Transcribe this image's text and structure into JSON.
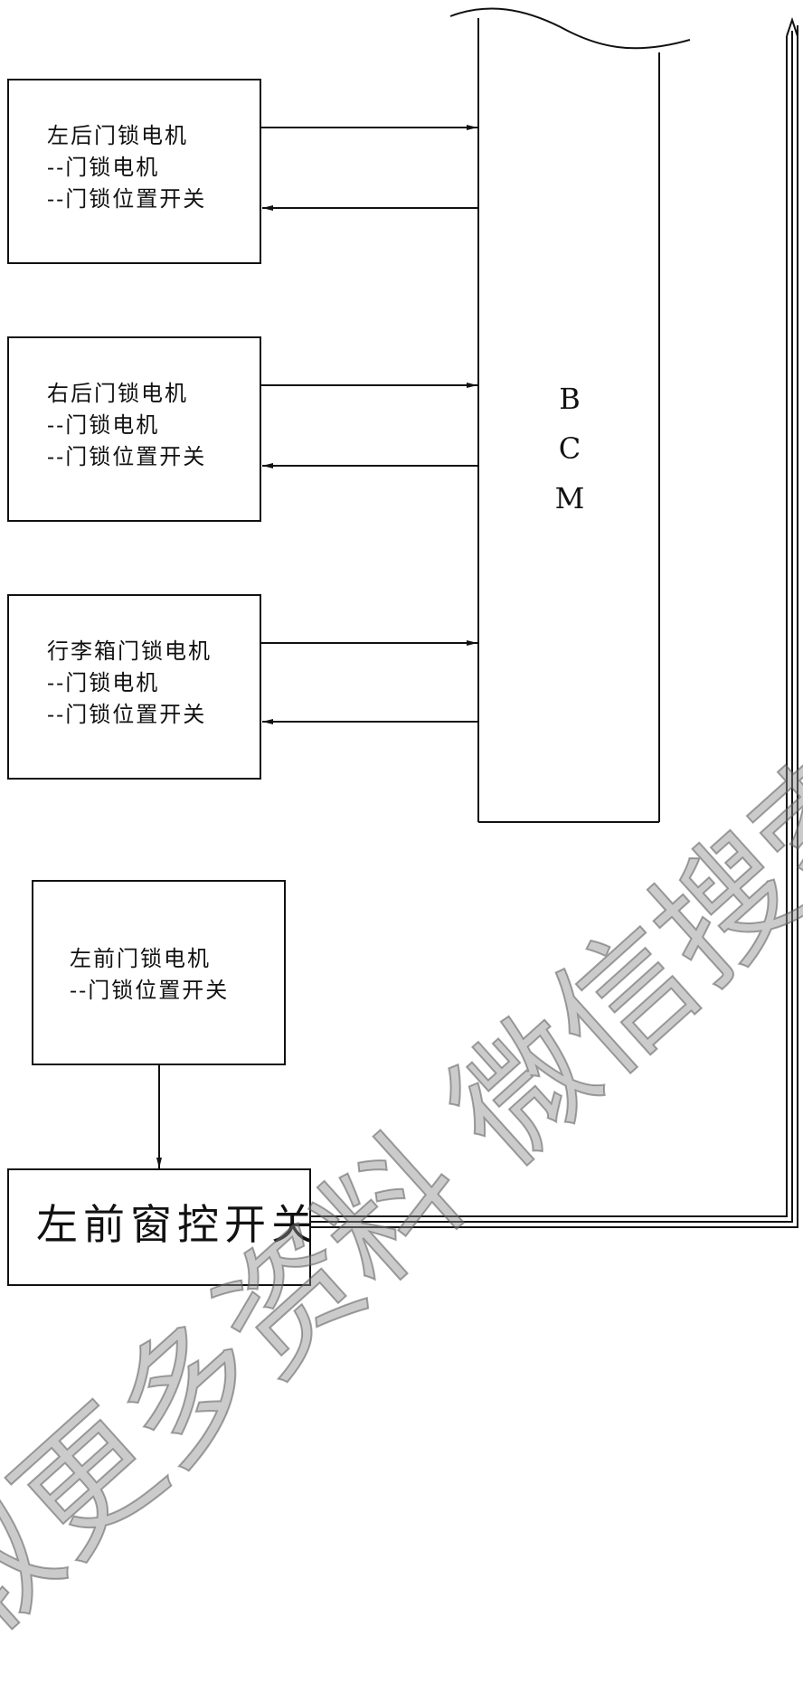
{
  "bcm": {
    "letters": [
      "B",
      "C",
      "M"
    ]
  },
  "modules": [
    {
      "title": "左后门锁电机",
      "lines": [
        "--门锁电机",
        "--门锁位置开关"
      ]
    },
    {
      "title": "右后门锁电机",
      "lines": [
        "--门锁电机",
        "--门锁位置开关"
      ]
    },
    {
      "title": "行李箱门锁电机",
      "lines": [
        "--门锁电机",
        "--门锁位置开关"
      ]
    }
  ],
  "left_front_lock": {
    "title": "左前门锁电机",
    "lines": [
      "--门锁位置开关"
    ]
  },
  "window_switch": {
    "label": "左前窗控开关"
  },
  "watermark": {
    "text": "取更多资料 微信搜索蓝領"
  }
}
